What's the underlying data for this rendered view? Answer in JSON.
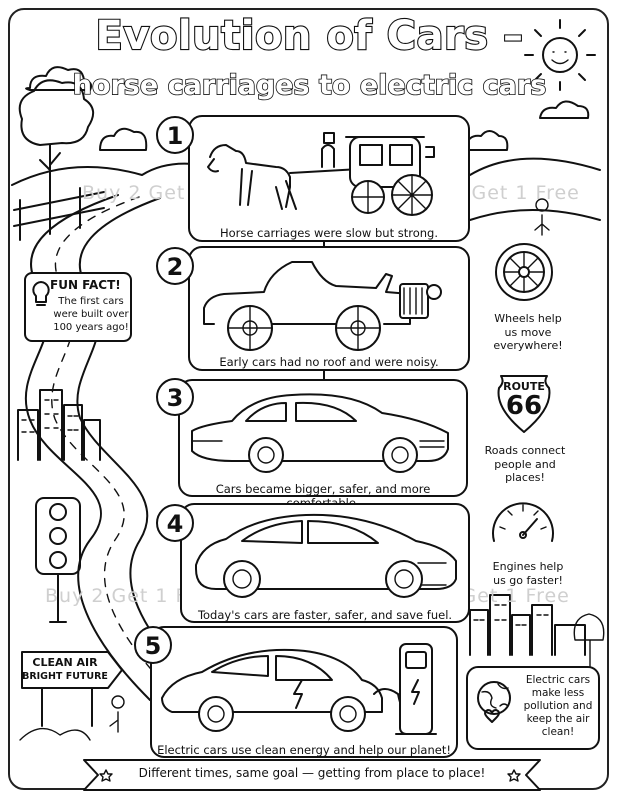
{
  "title": "Evolution of Cars –",
  "subtitle": "horse carriages to electric cars",
  "watermark": "Buy 2 Get 1 Free",
  "steps": [
    {
      "number": "1",
      "caption": "Horse carriages were slow but strong."
    },
    {
      "number": "2",
      "caption": "Early cars had no roof and were noisy."
    },
    {
      "number": "3",
      "caption": "Cars became bigger, safer, and more comfortable."
    },
    {
      "number": "4",
      "caption": "Today's cars are faster, safer, and save fuel."
    },
    {
      "number": "5",
      "caption": "Electric cars use clean energy and help our planet!"
    }
  ],
  "fun_fact": {
    "heading": "FUN FACT!",
    "line1": "The first cars",
    "line2": "were built over",
    "line3": "100 years ago!"
  },
  "wheels": {
    "line1": "Wheels help",
    "line2": "us move",
    "line3": "everywhere!"
  },
  "route_sign": {
    "label": "ROUTE",
    "number": "66"
  },
  "roads": {
    "line1": "Roads connect",
    "line2": "people and",
    "line3": "places!"
  },
  "engines": {
    "line1": "Engines help",
    "line2": "us go faster!"
  },
  "clean_sign": {
    "line1": "CLEAN AIR",
    "line2": "BRIGHT FUTURE"
  },
  "electric_note": {
    "line1": "Electric cars",
    "line2": "make less",
    "line3": "pollution and",
    "line4": "keep the air",
    "line5": "clean!"
  },
  "banner": "Different times, same goal — getting from place to place!"
}
